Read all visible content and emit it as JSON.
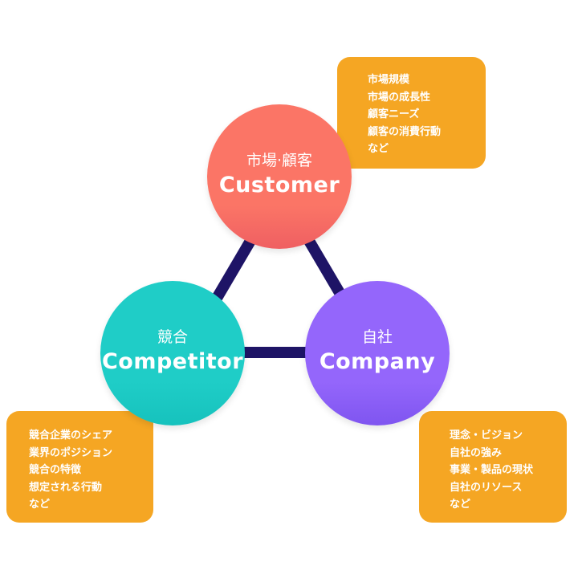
{
  "colors": {
    "customer": "#fb7566",
    "competitor": "#1fcdc7",
    "company": "#9466fb",
    "detail_box": "#f5a623",
    "connector": "#1e1466",
    "text": "#ffffff"
  },
  "nodes": {
    "customer": {
      "jp_label": "市場·顧客",
      "en_label": "Customer",
      "details": [
        "市場規模",
        "市場の成長性",
        "顧客ニーズ",
        "顧客の消費行動",
        "など"
      ]
    },
    "competitor": {
      "jp_label": "競合",
      "en_label": "Competitor",
      "details": [
        "競合企業のシェア",
        "業界のポジション",
        "競合の特徴",
        "想定される行動",
        "など"
      ]
    },
    "company": {
      "jp_label": "自社",
      "en_label": "Company",
      "details": [
        "理念・ビジョン",
        "自社の強み",
        "事業・製品の現状",
        "自社のリソース",
        "など"
      ]
    }
  }
}
